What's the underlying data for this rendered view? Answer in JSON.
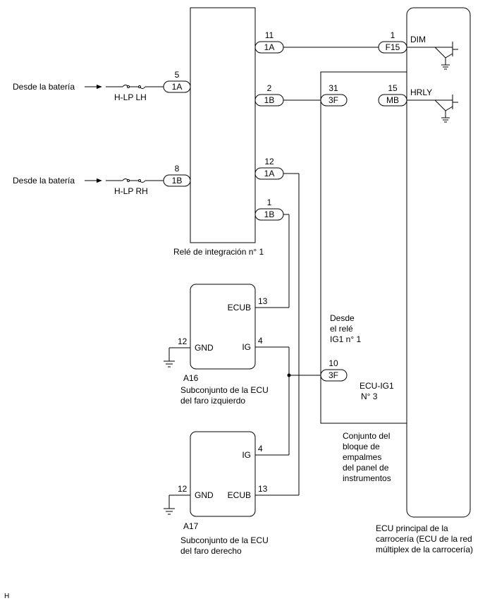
{
  "relay": {
    "label": "Relé de integración n° 1",
    "pins": [
      {
        "num": "5",
        "conn": "1A"
      },
      {
        "num": "8",
        "conn": "1B"
      },
      {
        "num": "11",
        "conn": "1A"
      },
      {
        "num": "2",
        "conn": "1B"
      },
      {
        "num": "12",
        "conn": "1A"
      },
      {
        "num": "1",
        "conn": "1B"
      }
    ]
  },
  "battery_inputs": [
    {
      "label": "Desde la batería",
      "fuse": "H-LP LH"
    },
    {
      "label": "Desde la batería",
      "fuse": "H-LP RH"
    }
  ],
  "junction_block": {
    "label_lines": [
      "Conjunto del",
      "bloque de",
      "empalmes",
      "del panel de",
      "instrumentos"
    ],
    "pins": [
      {
        "num": "31",
        "conn": "3F"
      },
      {
        "num": "15",
        "conn": "MB"
      },
      {
        "num": "10",
        "conn": "3F"
      }
    ],
    "fuse": [
      "ECU-IG1",
      "N° 3"
    ],
    "source_lines": [
      "Desde",
      "el relé",
      "IG1 n° 1"
    ]
  },
  "main_ecu": {
    "label_lines": [
      "ECU principal de la",
      "carrocería (ECU de la red",
      "múltiplex de la carrocería)"
    ],
    "pins": [
      {
        "num": "1",
        "conn": "F15",
        "signal": "DIM"
      },
      {
        "signal": "HRLY"
      }
    ]
  },
  "ecu_left": {
    "code": "A16",
    "label_lines": [
      "Subconjunto de la ECU",
      "del faro izquierdo"
    ],
    "pins": [
      {
        "num": "13",
        "name": "ECUB"
      },
      {
        "num": "4",
        "name": "IG"
      },
      {
        "num": "12",
        "name": "GND"
      }
    ]
  },
  "ecu_right": {
    "code": "A17",
    "label_lines": [
      "Subconjunto de la ECU",
      "del faro derecho"
    ],
    "pins": [
      {
        "num": "4",
        "name": "IG"
      },
      {
        "num": "13",
        "name": "ECUB"
      },
      {
        "num": "12",
        "name": "GND"
      }
    ]
  },
  "footer": {
    "mark": "H"
  }
}
